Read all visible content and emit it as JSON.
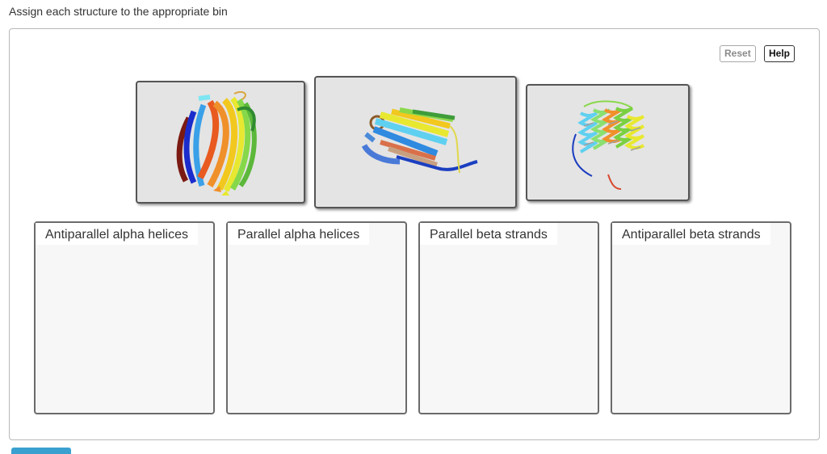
{
  "instruction": "Assign each structure to the appropriate bin",
  "controls": {
    "reset_label": "Reset",
    "help_label": "Help"
  },
  "structures": [
    {
      "icon": "beta-barrel-structure-icon"
    },
    {
      "icon": "parallel-beta-sheet-structure-icon"
    },
    {
      "icon": "alpha-helix-bundle-structure-icon"
    }
  ],
  "bins": [
    {
      "label": "Antiparallel alpha helices"
    },
    {
      "label": "Parallel alpha helices"
    },
    {
      "label": "Parallel beta strands"
    },
    {
      "label": "Antiparallel beta strands"
    }
  ]
}
